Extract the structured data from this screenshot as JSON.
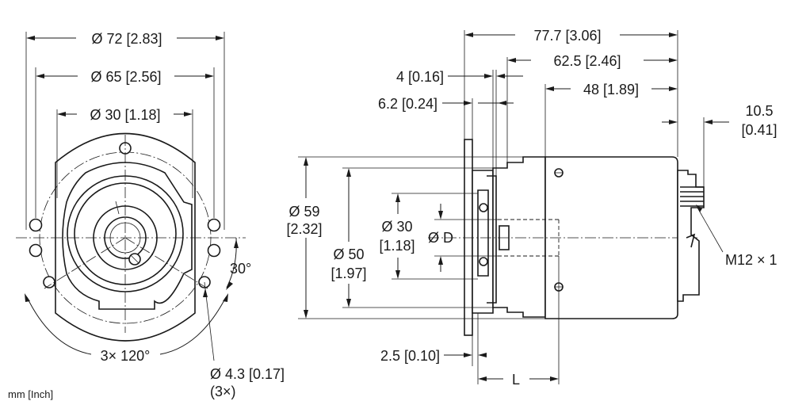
{
  "units_label": "mm [Inch]",
  "front_view": {
    "dims": {
      "d72": "Ø 72 [2.83]",
      "d65": "Ø 65 [2.56]",
      "d30": "Ø 30 [1.18]",
      "angle30": "30°",
      "angle120": "3× 120°",
      "hole_line1": "Ø 4.3 [0.17]",
      "hole_line2": "(3×)"
    }
  },
  "side_view": {
    "dims": {
      "len77": "77.7 [3.06]",
      "len62": "62.5 [2.46]",
      "len4": "4 [0.16]",
      "len48": "48 [1.89]",
      "len6": "6.2 [0.24]",
      "len10_line1": "10.5",
      "len10_line2": "[0.41]",
      "d59_line1": "Ø 59",
      "d59_line2": "[2.32]",
      "d50_line1": "Ø 50",
      "d50_line2": "[1.97]",
      "d30_line1": "Ø 30",
      "d30_line2": "[1.18]",
      "dD": "Ø D",
      "connector": "M12 × 1",
      "len2_5": "2.5 [0.10]",
      "lenL": "L"
    }
  }
}
